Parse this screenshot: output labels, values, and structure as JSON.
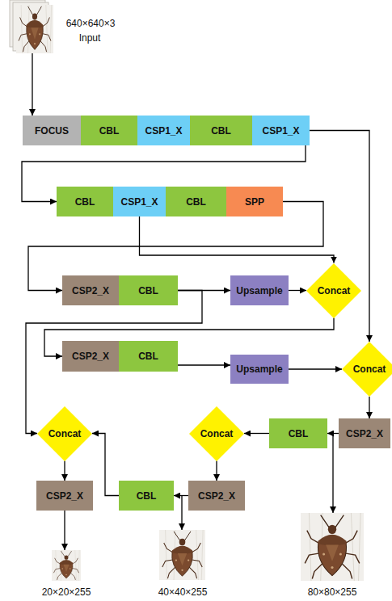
{
  "diagram": {
    "nodes": [
      {
        "text": [
          "FOCUS"
        ]
      },
      {
        "text": [
          "CBL"
        ]
      },
      {
        "text": [
          "CSP1_X"
        ]
      },
      {
        "text": [
          "CBL"
        ]
      },
      {
        "text": [
          "CSP1_X"
        ]
      },
      {
        "text": [
          "CBL"
        ]
      },
      {
        "text": [
          "CSP1_X"
        ]
      },
      {
        "text": [
          "CBL"
        ]
      },
      {
        "text": [
          "SPP"
        ]
      },
      {
        "text": [
          "CSP2_X"
        ]
      },
      {
        "text": [
          "CBL"
        ]
      },
      {
        "text": [
          "Upsample"
        ]
      },
      {
        "text": [
          "Concat"
        ]
      },
      {
        "text": [
          "CSP2_X"
        ]
      },
      {
        "text": [
          "CBL"
        ]
      },
      {
        "text": [
          "Upsample"
        ]
      },
      {
        "text": [
          "Concat"
        ]
      },
      {
        "text": [
          "Concat"
        ]
      },
      {
        "text": [
          "Concat"
        ]
      },
      {
        "text": [
          "CBL"
        ]
      },
      {
        "text": [
          "CSP2_X"
        ]
      },
      {
        "text": [
          "CSP2_X"
        ]
      },
      {
        "text": [
          "CBL"
        ]
      },
      {
        "text": [
          "CSP2_X"
        ]
      }
    ],
    "edges": [
      {
        "from": 4,
        "to": 5,
        "arrow": "to"
      },
      {
        "from": 4,
        "to": 16,
        "arrow": "to"
      },
      {
        "from": 6,
        "to": 12,
        "arrow": "to"
      },
      {
        "from": 8,
        "to": 9,
        "arrow": "to"
      },
      {
        "from": 10,
        "to": 11,
        "arrow": "to"
      },
      {
        "from": 10,
        "to": 17,
        "arrow": "to"
      },
      {
        "from": 11,
        "to": 12,
        "arrow": "to"
      },
      {
        "from": 12,
        "to": 13,
        "arrow": "to"
      },
      {
        "from": 14,
        "to": 15,
        "arrow": "to"
      },
      {
        "from": 15,
        "to": 16,
        "arrow": "to"
      },
      {
        "from": 16,
        "to": 20,
        "arrow": "to"
      },
      {
        "from": 20,
        "to": 19,
        "arrow": "to"
      },
      {
        "from": 19,
        "to": 18,
        "arrow": "to"
      },
      {
        "from": 18,
        "to": 23,
        "arrow": "to"
      },
      {
        "from": 23,
        "to": 22,
        "arrow": "to"
      },
      {
        "from": 22,
        "to": 17,
        "arrow": "to"
      },
      {
        "from": 17,
        "to": 21,
        "arrow": "to"
      }
    ],
    "labels": [
      "640×640×3",
      "Input",
      "20×20×255",
      "40×40×255",
      "80×80×255"
    ]
  }
}
